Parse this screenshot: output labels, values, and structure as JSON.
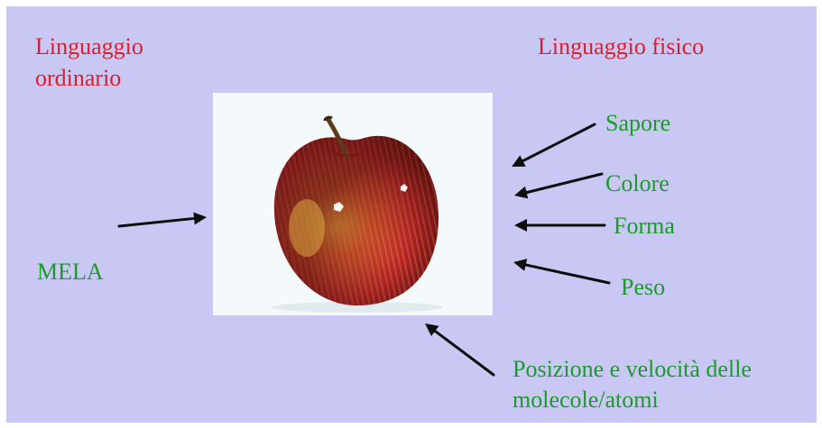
{
  "slide": {
    "background": "#c9c8f5",
    "accent_red": "#d4212f",
    "accent_green": "#1b9a2a",
    "arrow_color": "#0d0d0d"
  },
  "left": {
    "heading_line1": "Linguaggio",
    "heading_line2": "ordinario",
    "object_label": "MELA"
  },
  "right": {
    "heading": "Linguaggio fisico",
    "properties": [
      "Sapore",
      "Colore",
      "Forma",
      "Peso"
    ],
    "bottom_line1": "Posizione e velocità delle",
    "bottom_line2": "molecole/atomi"
  },
  "image": {
    "subject": "red-apple-photo"
  }
}
